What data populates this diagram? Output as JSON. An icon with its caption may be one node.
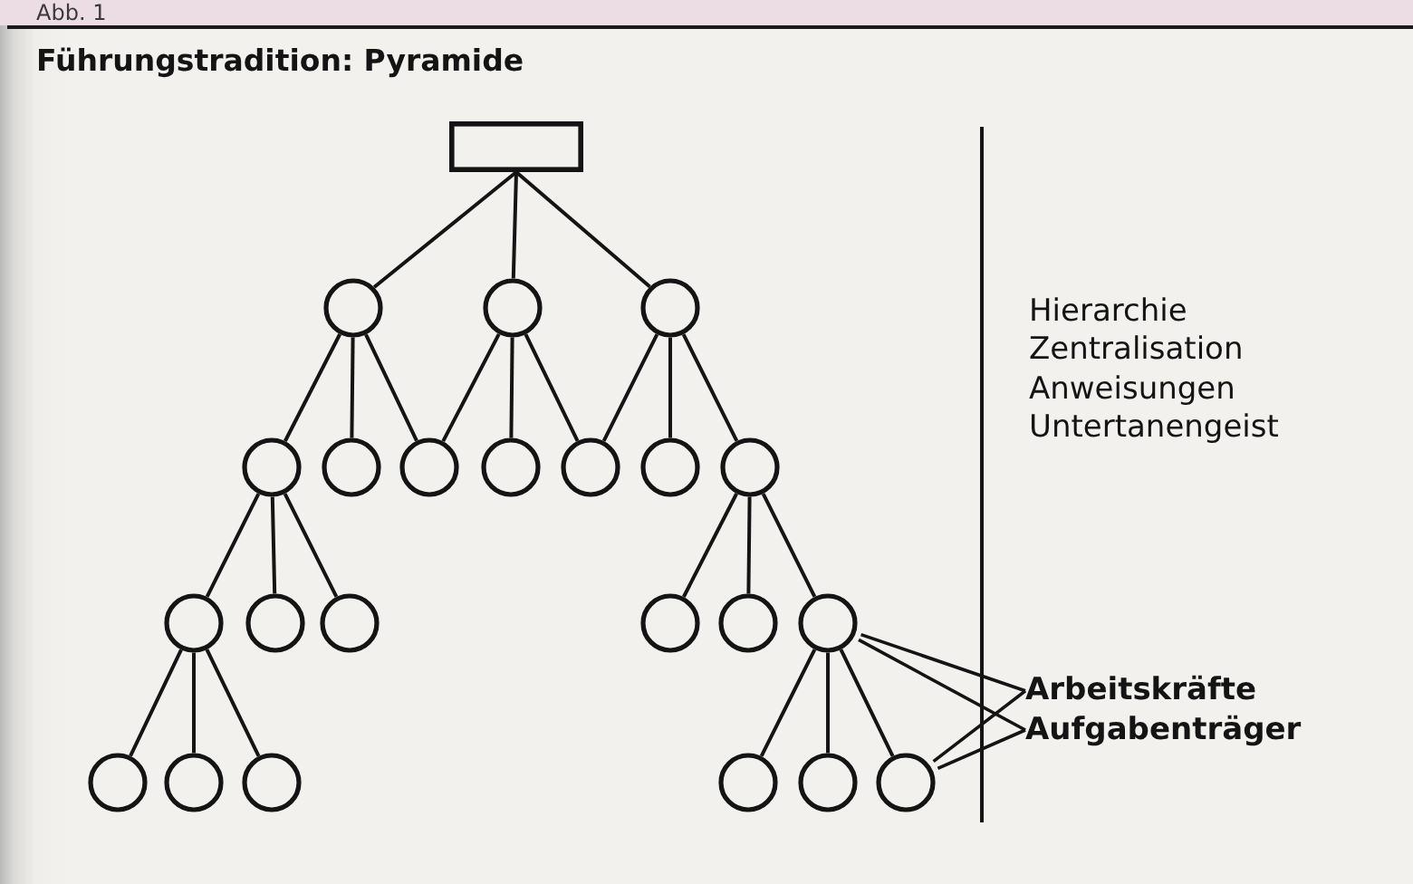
{
  "diagram": {
    "title": "Führungstradition: Pyramide",
    "nodes": [
      {
        "text": [],
        "shape": "box"
      },
      {
        "text": [],
        "shape": "circle"
      },
      {
        "text": [],
        "shape": "circle"
      },
      {
        "text": [],
        "shape": "circle"
      },
      {
        "text": [],
        "shape": "circle"
      },
      {
        "text": [],
        "shape": "circle"
      },
      {
        "text": [],
        "shape": "circle"
      },
      {
        "text": [],
        "shape": "circle"
      },
      {
        "text": [],
        "shape": "circle"
      },
      {
        "text": [],
        "shape": "circle"
      },
      {
        "text": [],
        "shape": "circle"
      },
      {
        "text": [],
        "shape": "circle"
      },
      {
        "text": [],
        "shape": "circle"
      },
      {
        "text": [],
        "shape": "circle"
      },
      {
        "text": [],
        "shape": "circle"
      },
      {
        "text": [],
        "shape": "circle"
      },
      {
        "text": [],
        "shape": "circle"
      },
      {
        "text": [],
        "shape": "circle"
      },
      {
        "text": [],
        "shape": "circle"
      },
      {
        "text": [],
        "shape": "circle"
      },
      {
        "text": [],
        "shape": "circle"
      },
      {
        "text": [],
        "shape": "circle"
      },
      {
        "text": [],
        "shape": "circle"
      },
      {
        "text": [
          "Arbeitskräfte"
        ]
      },
      {
        "text": [
          "Aufgabenträger"
        ]
      }
    ],
    "edges": [
      {
        "from": 0,
        "to": 1,
        "arrow": "none"
      },
      {
        "from": 0,
        "to": 2,
        "arrow": "none"
      },
      {
        "from": 0,
        "to": 3,
        "arrow": "none"
      },
      {
        "from": 1,
        "to": 4,
        "arrow": "none"
      },
      {
        "from": 1,
        "to": 5,
        "arrow": "none"
      },
      {
        "from": 1,
        "to": 6,
        "arrow": "none"
      },
      {
        "from": 2,
        "to": 6,
        "arrow": "none"
      },
      {
        "from": 2,
        "to": 7,
        "arrow": "none"
      },
      {
        "from": 2,
        "to": 8,
        "arrow": "none"
      },
      {
        "from": 3,
        "to": 8,
        "arrow": "none"
      },
      {
        "from": 3,
        "to": 9,
        "arrow": "none"
      },
      {
        "from": 3,
        "to": 10,
        "arrow": "none"
      },
      {
        "from": 4,
        "to": 11,
        "arrow": "none"
      },
      {
        "from": 4,
        "to": 12,
        "arrow": "none"
      },
      {
        "from": 4,
        "to": 13,
        "arrow": "none"
      },
      {
        "from": 10,
        "to": 14,
        "arrow": "none"
      },
      {
        "from": 10,
        "to": 15,
        "arrow": "none"
      },
      {
        "from": 10,
        "to": 16,
        "arrow": "none"
      },
      {
        "from": 11,
        "to": 17,
        "arrow": "none"
      },
      {
        "from": 11,
        "to": 18,
        "arrow": "none"
      },
      {
        "from": 11,
        "to": 19,
        "arrow": "none"
      },
      {
        "from": 16,
        "to": 20,
        "arrow": "none"
      },
      {
        "from": 16,
        "to": 21,
        "arrow": "none"
      },
      {
        "from": 16,
        "to": 22,
        "arrow": "none"
      },
      {
        "from": 23,
        "to": 16,
        "arrow": "none"
      },
      {
        "from": 23,
        "to": 22,
        "arrow": "none"
      },
      {
        "from": 24,
        "to": 16,
        "arrow": "none"
      },
      {
        "from": 24,
        "to": 22,
        "arrow": "none"
      }
    ],
    "labels": [
      "Abb. 1",
      "Hierarchie",
      "Zentralisation",
      "Anweisungen",
      "Untertanengeist"
    ]
  }
}
